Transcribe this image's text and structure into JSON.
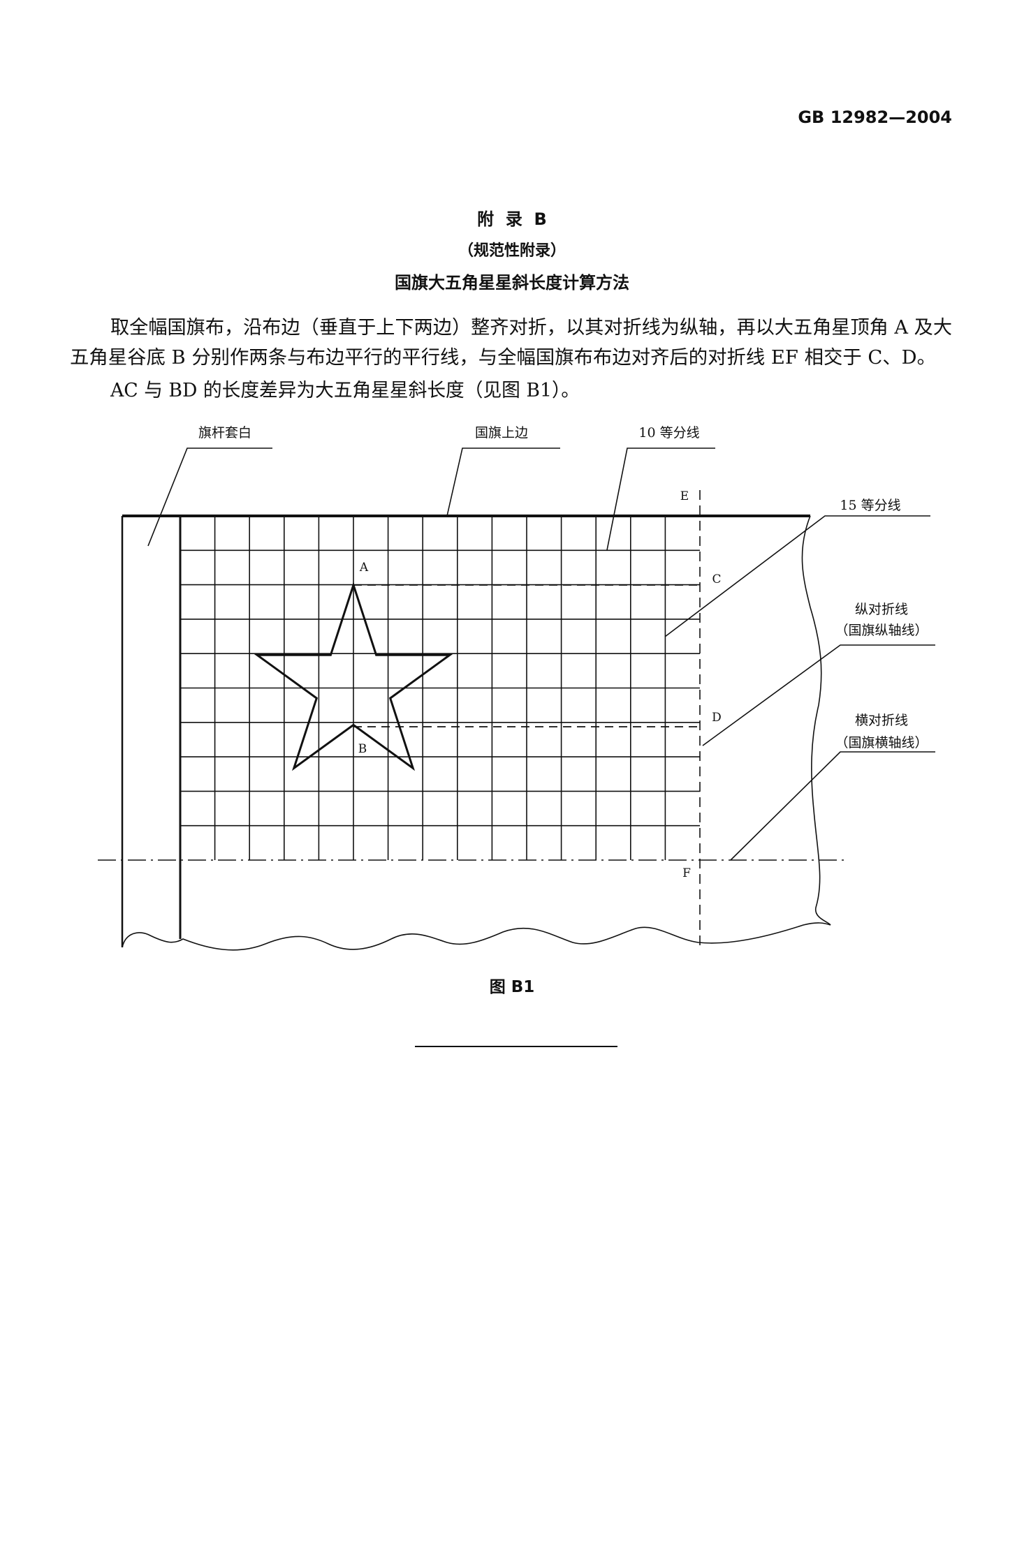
{
  "header": {
    "standard_number": "GB 12982—2004"
  },
  "appendix": {
    "heading": "附  录  B",
    "type": "（规范性附录）",
    "title": "国旗大五角星星斜长度计算方法"
  },
  "body": {
    "lines": [
      "取全幅国旗布，沿布边（垂直于上下两边）整齐对折，以其对折线为纵轴，再以大五角星顶角 A 及大",
      "五角星谷底 B 分别作两条与布边平行的平行线，与全幅国旗布布边对齐后的对折线 EF 相交于 C、D。",
      "AC 与 BD 的长度差异为大五角星星斜长度（见图 B1）。"
    ]
  },
  "figure": {
    "caption": "图 B1",
    "labels": {
      "pole_sleeve": "旗杆套白",
      "flag_top_edge": "国旗上边",
      "ten_division": "10 等分线",
      "fifteen_division": "15 等分线",
      "vertical_fold": "纵对折线",
      "vertical_fold_note": "（国旗纵轴线）",
      "horizontal_fold": "横对折线",
      "horizontal_fold_note": "（国旗横轴线）"
    },
    "points": {
      "A": "A",
      "B": "B",
      "C": "C",
      "D": "D",
      "E": "E",
      "F": "F"
    },
    "grid_columns": 15,
    "grid_rows": 10
  }
}
